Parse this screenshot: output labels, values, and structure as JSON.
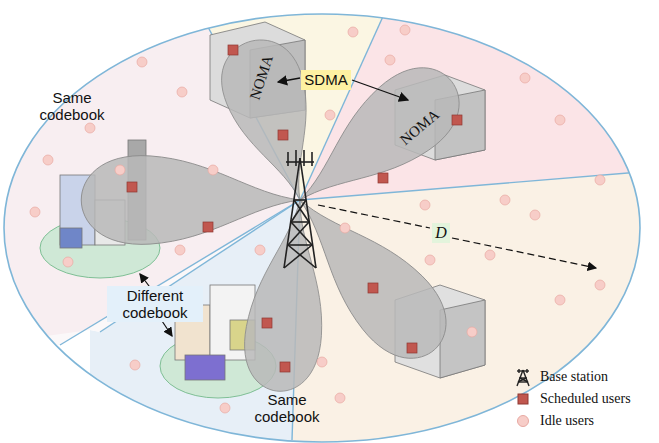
{
  "diagram": {
    "labels": [
      "SDMA",
      "NOMA",
      "NOMA",
      "Same codebook",
      "Different codebook",
      "Same codebook",
      "D"
    ],
    "legend": [
      {
        "text": "Base station"
      },
      {
        "text": "Scheduled users",
        "color": "#c1574f"
      },
      {
        "text": "Idle users",
        "color": "#f7cdc8"
      }
    ]
  }
}
